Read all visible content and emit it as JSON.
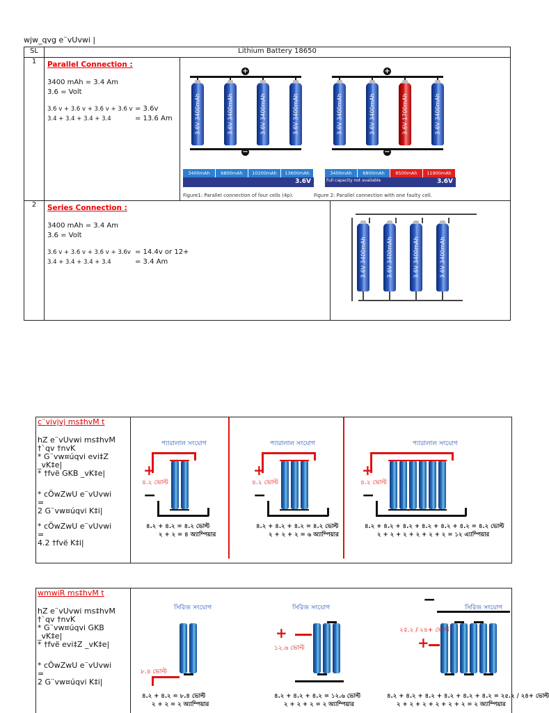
{
  "doc": {
    "title": "wjw_qvg e¨vUvwi |"
  },
  "table": {
    "header": {
      "sl": "SL",
      "title": "Lithium Battery 18650"
    },
    "rows": [
      {
        "num": "1",
        "heading": "Parallel Connection :",
        "line1": "3400 mAh = 3.4 Am",
        "line2": "3.6 = Volt",
        "eq1_left": "3.6 v + 3.6 v + 3.6 v + 3.6 v",
        "eq1_right": "= 3.6v",
        "eq2_left": "3.4 + 3.4 + 3.4 + 3.4",
        "eq2_right": "= 13.6 Am"
      },
      {
        "num": "2",
        "heading": "Series Connection :",
        "line1": "3400 mAh = 3.4 Am",
        "line2": "3.6 = Volt",
        "eq1_left": "3.6 v + 3.6 v + 3.6 v + 3.6v",
        "eq1_right": "= 14.4v  or  12+",
        "eq2_left": "3.4  +  3.4  +  3.4  +  3.4",
        "eq2_right": "= 3.4 Am"
      }
    ],
    "fig": {
      "cell_label": "3.6V 3400mAh",
      "faulty_label": "3.6V 1700mAh",
      "bar1": [
        "3400mAh",
        "6800mAh",
        "10200mAh",
        "13600mAh"
      ],
      "bar1_volt": "3.6V",
      "bar2": [
        "3400mAh",
        "6800mAh",
        "8500mAh",
        "11900mAh"
      ],
      "bar2_note": "Full capacity not available",
      "bar2_volt": "3.6V",
      "caption1": "Figure1: Parallel connection of four cells (4p).",
      "caption2": "Figure 2: Parallel connection with one faulty cell."
    }
  },
  "parallel_box": {
    "title": "c¨vivjvj ms‡hvM t",
    "l1": "hZ e¨vUvwi ms‡hvM",
    "l2": "†`qv †nvK",
    "l3": "*   G¨vw¤úqvi evi‡Z",
    "l4": "_vK‡e|",
    "l5": "* †fvë GKB _vK‡e|",
    "l6": "* cÖwZwU e¨vUvwi",
    "l7": "=",
    "l8": "2 G¨vw¤úqvi K‡i|",
    "l9": "* cÖwZwU e¨vUvwi",
    "l10": "=",
    "l11": "4.2 †fvë K‡i|",
    "diag_title": "প্যারালাল সংযোগ",
    "volt_label": "৪.২ ভোল্ট",
    "d1_eq1": "৪.২ + ৪.২ = ৪.২ ভোল্ট",
    "d1_eq2": "২  +  ২  = ৪ অ্যাম্পিয়ার",
    "d2_eq1": "৪.২ + ৪.২ + ৪.২ =  ৪.২ ভোল্ট",
    "d2_eq2": "২  +  ২ + ২ =  ৬ অ্যাম্পিয়ার",
    "d3_eq1": "৪.২ + ৪.২ + ৪.২ + ৪.২ + ৪.২ + ৪.২ =  ৪.২ ভোল্ট",
    "d3_eq2": "২ + ২ + ২ + ২ + ২ + ২ =  ১২ এ্যাম্পিয়ার"
  },
  "series_box": {
    "title": "wmwiR ms‡hvM t",
    "l1": "hZ e¨vUvwi ms‡hvM",
    "l2": "†`qv †nvK",
    "l3": "*    G¨vw¤úqvi    GKB",
    "l4": "_vK‡e|",
    "l5": "* †fvë evi‡Z _vK‡e|",
    "l6": "* cÖwZwU e¨vUvwi",
    "l7": "=",
    "l8": "2 G¨vw¤úqvi K‡i|",
    "diag_title": "সিরিজ সংযোগ",
    "d1_volt": "৮.৪ ভোল্ট",
    "d1_eq1": "৪.২ + ৪.২  =  ৮.৪ ভোল্ট",
    "d1_eq2": "২ + ২  =  ২ অ্যাম্পিয়ার",
    "d2_volt": "১২.৬ ভোল্ট",
    "d2_eq1": "৪.২ + ৪.২ + ৪.২ =  ১২.৬ ভোল্ট",
    "d2_eq2": "২  +  ২ + ২  =  ২ অ্যাম্পিয়ার",
    "d3_volt": "২৫.২ / ২৪+ ভোল্ট",
    "d3_eq1": "৪.২ + ৪.২ + ৪.২ + ৪.২ + ৪.২ + ৪.২  =  ২৫.২ / ২৪+ ভোল্ট",
    "d3_eq2": "২ + ২ + ২ + ২ + ২ + ২  =  ২ অ্যাম্পিয়ার"
  }
}
